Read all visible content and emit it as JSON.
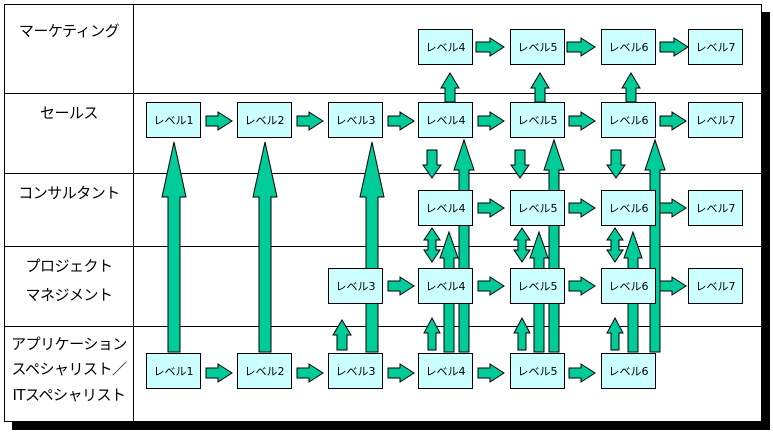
{
  "rows": {
    "marketing": "マーケティング",
    "sales": "セールス",
    "consultant": "コンサルタント",
    "pm_line1": "プロジェクト",
    "pm_line2": "マネジメント",
    "app_line1": "アプリケーション",
    "app_line2": "スペシャリスト／",
    "app_line3": "ITスペシャリスト"
  },
  "levels": {
    "l1": "レベル1",
    "l2": "レベル2",
    "l3": "レベル3",
    "l4": "レベル4",
    "l5": "レベル5",
    "l6": "レベル6",
    "l7": "レベル7"
  },
  "colors": {
    "box_fill": "#ccffff",
    "arrow_fill": "#00cc99"
  }
}
